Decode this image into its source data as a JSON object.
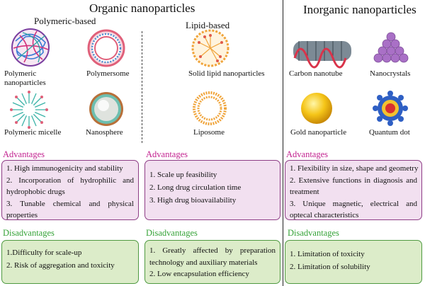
{
  "titles": {
    "organic": "Organic nanoparticles",
    "inorganic": "Inorganic nanoparticles",
    "polymeric": "Polymeric-based",
    "lipid": "Lipid-based"
  },
  "particles": {
    "polymeric_nanoparticles": [
      "Polymeric",
      "nanoparticles"
    ],
    "polymersome": "Polymersome",
    "polymeric_micelle": "Polymeric micelle",
    "nanosphere": "Nanosphere",
    "solid_lipid": "Solid lipid nanoparticles",
    "liposome": "Liposome",
    "carbon_nanotube": "Carbon nanotube",
    "nanocrystals": "Nanocrystals",
    "gold_nanoparticle": "Gold nanoparticle",
    "quantum_dot": "Quantum dot"
  },
  "advantages_label": "Advantages",
  "disadvantages_label": "Disadvantages",
  "advantages": {
    "polymeric": [
      "1.  High immunogenicity and stability",
      "2.  Incorporation of hydrophilic and hydrophobic drugs",
      "3.  Tunable chemical and physical properties"
    ],
    "lipid": [
      "1. Scale up feasibility",
      "2. Long drug circulation time",
      "3. High drug bioavailability"
    ],
    "inorganic": [
      "1.  Flexibility in size, shape and geometry",
      "2.  Extensive functions in diagnosis and treatment",
      "3.  Unique magnetic, electrical and optecal characteristics"
    ]
  },
  "disadvantages": {
    "polymeric": [
      "1.Difficulty for scale-up",
      "2. Risk of aggregation and toxicity"
    ],
    "lipid": [
      "1. Greatly affected by preparation technology and auxiliary materials",
      "2. Low encapsulation efficiency"
    ],
    "inorganic": [
      "1. Limitation of toxicity",
      "2. Limitation of solubility"
    ]
  },
  "colors": {
    "advantage_title": "#c2218f",
    "advantage_box_fill": "#f2e0f0",
    "advantage_box_border": "#8e3d86",
    "disadvantage_title": "#36a338",
    "disadvantage_box_fill": "#dcecc9",
    "disadvantage_box_border": "#4f9a41"
  },
  "icons": {
    "polymeric_nanoparticles": "tangled-polymer-sphere-icon",
    "polymersome": "polymersome-bilayer-icon",
    "polymeric_micelle": "micelle-icon",
    "nanosphere": "nanosphere-icon",
    "solid_lipid": "solid-lipid-nanoparticle-icon",
    "liposome": "liposome-icon",
    "carbon_nanotube": "carbon-nanotube-icon",
    "nanocrystals": "nanocrystal-pyramid-icon",
    "gold_nanoparticle": "gold-sphere-icon",
    "quantum_dot": "quantum-dot-icon"
  }
}
